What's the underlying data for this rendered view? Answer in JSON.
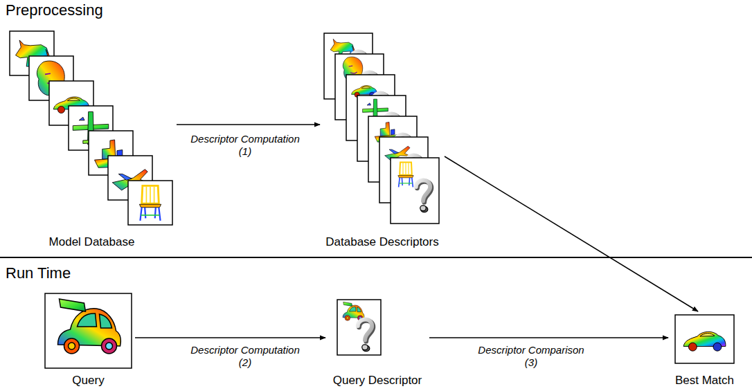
{
  "diagram": {
    "nodes": [
      {
        "text": [
          "Model Database"
        ]
      },
      {
        "text": [
          "Database Descriptors"
        ]
      },
      {
        "text": [
          "Query"
        ]
      },
      {
        "text": [
          "Query Descriptor"
        ]
      },
      {
        "text": [
          "Best Match"
        ]
      }
    ],
    "edges": [
      {
        "from": 0,
        "to": 1,
        "arrow": "to",
        "label": "Descriptor Computation (1)"
      },
      {
        "from": 1,
        "to": 4,
        "arrow": "to"
      },
      {
        "from": 2,
        "to": 3,
        "arrow": "to",
        "label": "Descriptor Computation (2)"
      },
      {
        "from": 3,
        "to": 4,
        "arrow": "to",
        "label": "Descriptor Comparison (3)"
      }
    ],
    "labels": [
      "Preprocessing",
      "Run Time"
    ]
  }
}
